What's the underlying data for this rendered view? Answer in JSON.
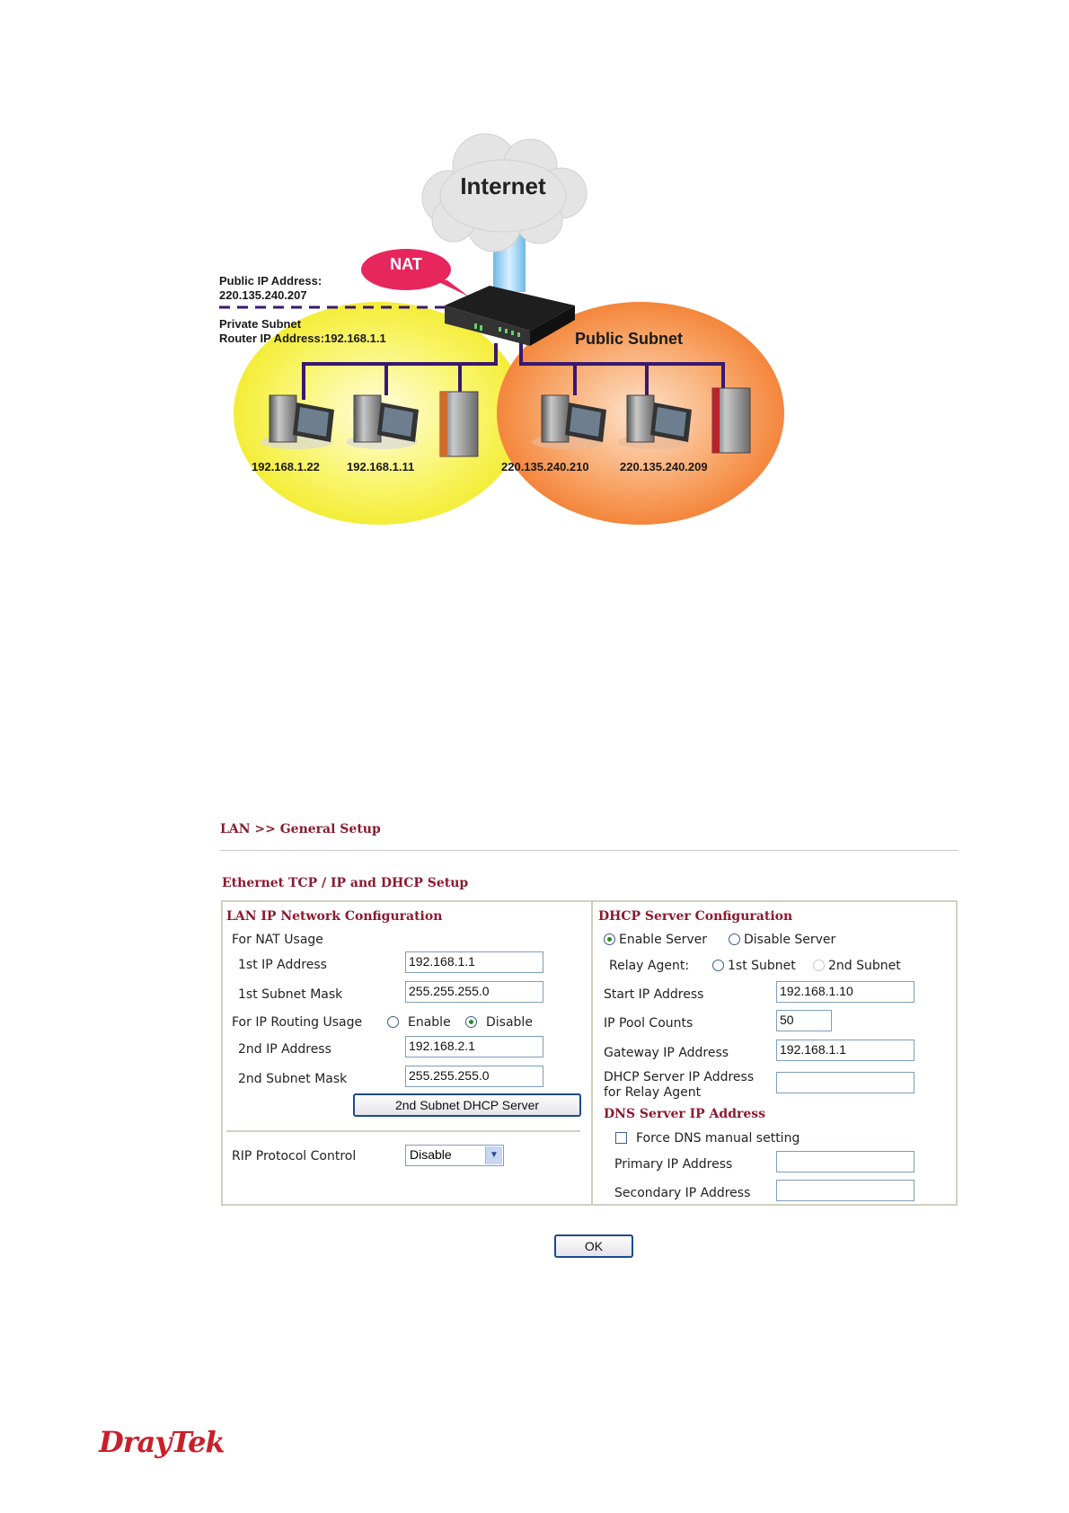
{
  "diagram": {
    "internet_label": "Internet",
    "nat_label": "NAT",
    "public_ip_title": "Public IP Address:",
    "public_ip_value": "220.135.240.207",
    "private_subnet_title": "Private Subnet",
    "router_ip_label": "Router IP Address:192.168.1.1",
    "public_subnet_label": "Public Subnet",
    "private_hosts": [
      "192.168.1.22",
      "192.168.1.11"
    ],
    "public_hosts": [
      "220.135.240.210",
      "220.135.240.209"
    ],
    "colors": {
      "private_subnet": "#f7f03a",
      "public_subnet": "#f58a3c",
      "nat_bubble": "#e8265e",
      "links": "#3a1870"
    }
  },
  "lan": {
    "breadcrumb": "LAN >> General Setup",
    "section_title": "Ethernet TCP / IP and DHCP Setup",
    "left": {
      "title": "LAN IP Network Configuration",
      "nat_usage": "For NAT Usage",
      "ip1_label": "1st IP Address",
      "ip1_value": "192.168.1.1",
      "mask1_label": "1st Subnet Mask",
      "mask1_value": "255.255.255.0",
      "routing_usage": "For IP Routing Usage",
      "enable_label": "Enable",
      "disable_label": "Disable",
      "routing_selected": "Disable",
      "ip2_label": "2nd IP Address",
      "ip2_value": "192.168.2.1",
      "mask2_label": "2nd Subnet Mask",
      "mask2_value": "255.255.255.0",
      "dhcp2_button": "2nd Subnet DHCP Server",
      "rip_label": "RIP Protocol Control",
      "rip_value": "Disable"
    },
    "right": {
      "title": "DHCP Server Configuration",
      "enable_server": "Enable Server",
      "disable_server": "Disable Server",
      "server_selected": "Enable Server",
      "relay_agent": "Relay Agent:",
      "relay_1st": "1st Subnet",
      "relay_2nd": "2nd Subnet",
      "start_ip_label": "Start IP Address",
      "start_ip_value": "192.168.1.10",
      "pool_label": "IP Pool Counts",
      "pool_value": "50",
      "gateway_label": "Gateway IP Address",
      "gateway_value": "192.168.1.1",
      "dhcp_server_ip_label_1": "DHCP Server IP Address",
      "dhcp_server_ip_label_2": "for Relay Agent",
      "dhcp_server_ip_value": "",
      "dns_title": "DNS Server IP Address",
      "force_dns": "Force DNS manual setting",
      "force_dns_checked": false,
      "primary_label": "Primary IP Address",
      "primary_value": "",
      "secondary_label": "Secondary IP Address",
      "secondary_value": ""
    },
    "ok_button": "OK"
  },
  "footer": {
    "logo": "DrayTek"
  }
}
